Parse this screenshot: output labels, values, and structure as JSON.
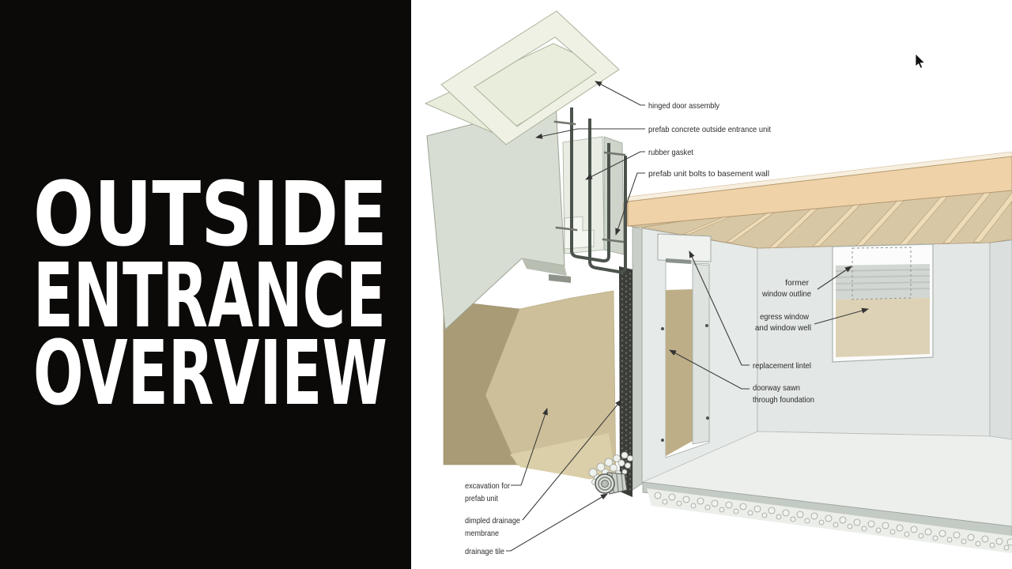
{
  "title_panel": {
    "bg_color": "#0c0a08",
    "text_color": "#ffffff",
    "lines": [
      "OUTSIDE",
      "ENTRANCE",
      "OVERVIEW"
    ]
  },
  "diagram": {
    "labels": {
      "hinged_door": "hinged door assembly",
      "prefab_unit": "prefab concrete outside entrance unit",
      "rubber_gasket": "rubber gasket",
      "prefab_bolts": "prefab unit bolts to basement wall",
      "former_window": [
        "former",
        "window outline"
      ],
      "egress_window": [
        "egress window",
        "and window well"
      ],
      "replacement_lintel": "replacement lintel",
      "doorway_sawn": [
        "doorway sawn",
        "through foundation"
      ],
      "excavation": [
        "excavation for",
        "prefab unit"
      ],
      "dimpled_membrane": [
        "dimpled drainage",
        "membrane"
      ],
      "drainage_tile": "drainage tile"
    },
    "colors": {
      "label_text": "#2c2c2c",
      "leader_line": "#3c3c3c",
      "rim_joist_wood": "#f0d2a8",
      "ceiling_wood": "#d7c7a4",
      "joist": "#eedcb8",
      "wall_gray": "#e5e9e7",
      "floor_gray": "#edefec",
      "soil_dark": "#a99b76",
      "soil_light": "#ccbf99",
      "concrete_unit": "#d8ddd3",
      "membrane_dark": "#3b3d39",
      "gasket_dark": "#4b534c"
    },
    "icons": {
      "mouse_cursor": "arrow-pointer"
    }
  }
}
